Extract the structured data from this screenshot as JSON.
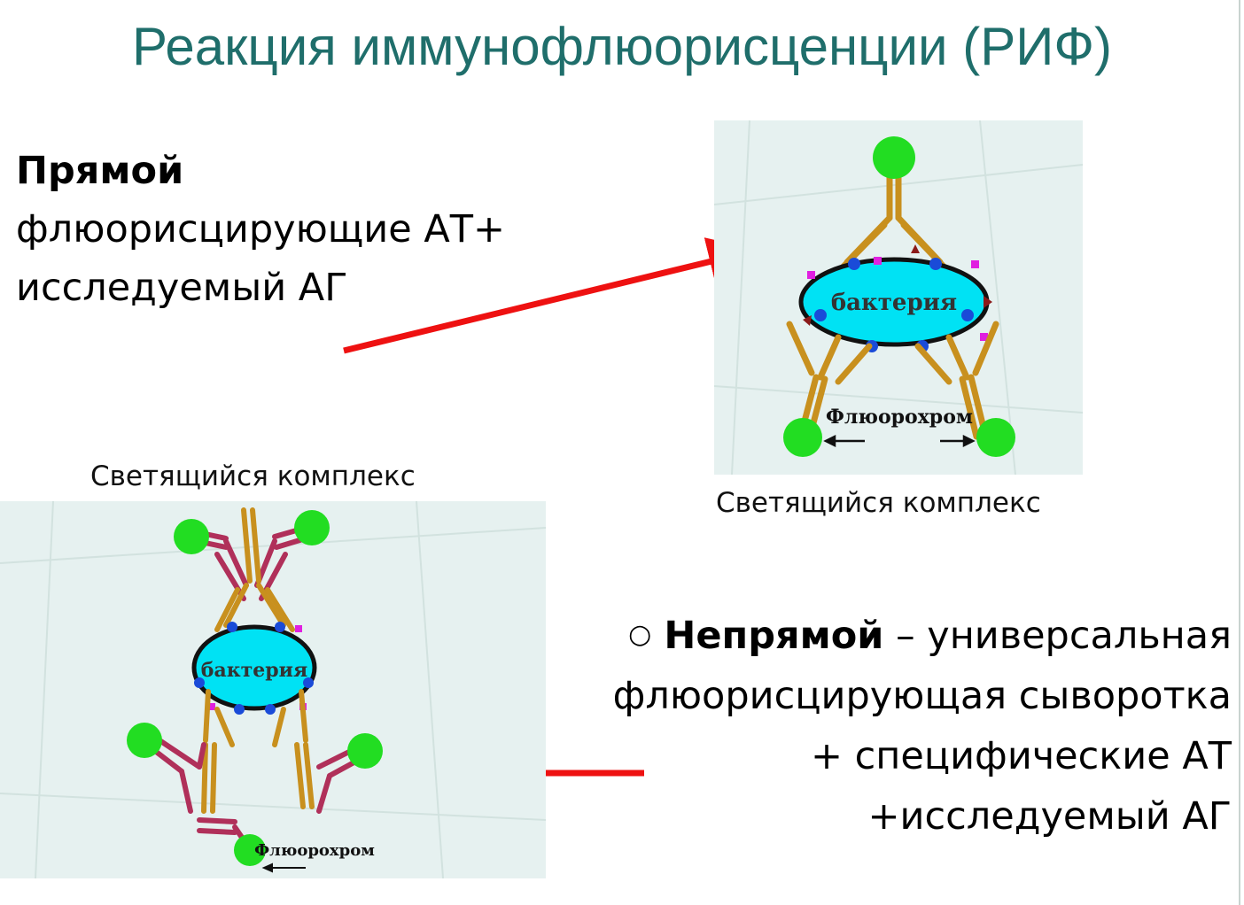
{
  "slide": {
    "title": "Реакция иммунофлюорисценции (РИФ)"
  },
  "direct": {
    "heading": "Прямой",
    "line1": "флюорисцирующие АТ+",
    "line2": "исследуемый АГ"
  },
  "indirect": {
    "bullet": "○",
    "heading": "Непрямой",
    "heading_rest": " – универсальная",
    "line2": "флюорисцирующая сыворотка",
    "line3": "+ специфические АТ",
    "line4": "+исследуемый АГ"
  },
  "diagram_direct": {
    "bacterium_label": "бактерия",
    "fluorochrome_label": "Флюорохром",
    "caption": "Светящийся комплекс"
  },
  "diagram_indirect": {
    "bacterium_label": "бактерия",
    "fluorochrome_label": "Флюорохром",
    "caption": "Светящийся комплекс"
  },
  "colors": {
    "title": "#1f6e6b",
    "arrow": "#ee1111",
    "bacterium_fill": "#00e2f4",
    "fluorochrome": "#22dd22",
    "antibody_primary": "#c8901e",
    "antibody_secondary": "#b0305a",
    "diagram_background": "#e6f1f0"
  }
}
